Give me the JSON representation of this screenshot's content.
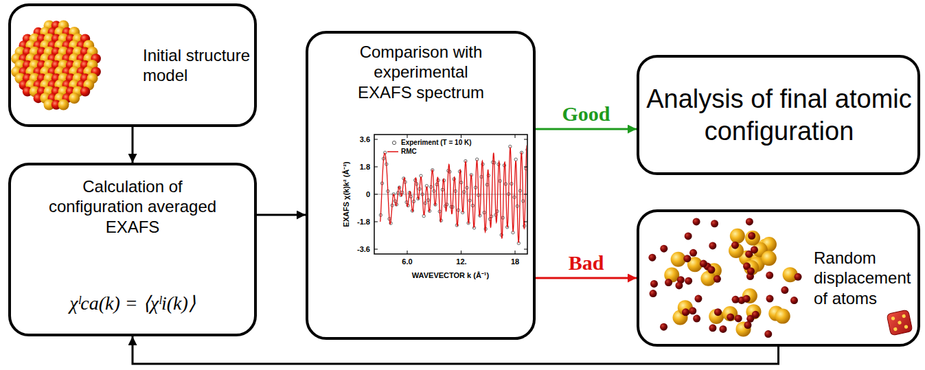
{
  "diagram": {
    "nodes": [
      {
        "text": [
          "Initial structure model"
        ]
      },
      {
        "text": [
          "Calculation of configuration averaged EXAFS",
          "χˡca(k) = ⟨χˡi(k)⟩"
        ]
      },
      {
        "text": [
          "Comparison with experimental EXAFS spectrum"
        ]
      },
      {
        "text": [
          "Analysis of final atomic configuration"
        ]
      },
      {
        "text": [
          "Random displacement of atoms"
        ]
      }
    ],
    "edges": [
      {
        "from": 0,
        "to": 1,
        "arrow": "to"
      },
      {
        "from": 1,
        "to": 2,
        "arrow": "to"
      },
      {
        "from": 2,
        "to": 3,
        "label": "Good",
        "arrow": "to"
      },
      {
        "from": 2,
        "to": 4,
        "label": "Bad",
        "arrow": "to"
      },
      {
        "from": 4,
        "to": 1,
        "arrow": "to"
      }
    ],
    "labels": [
      "3.6",
      "1.8",
      "0",
      "-1.8",
      "-3.6",
      "6.0",
      "12.",
      "18",
      "EXAFS χ(k)k² (Å⁻²)",
      "WAVEVECTOR k (Å⁻¹)"
    ],
    "legend": [
      {
        "text": "Experiment (T = 10 K)"
      },
      {
        "text": "RMC"
      }
    ]
  }
}
